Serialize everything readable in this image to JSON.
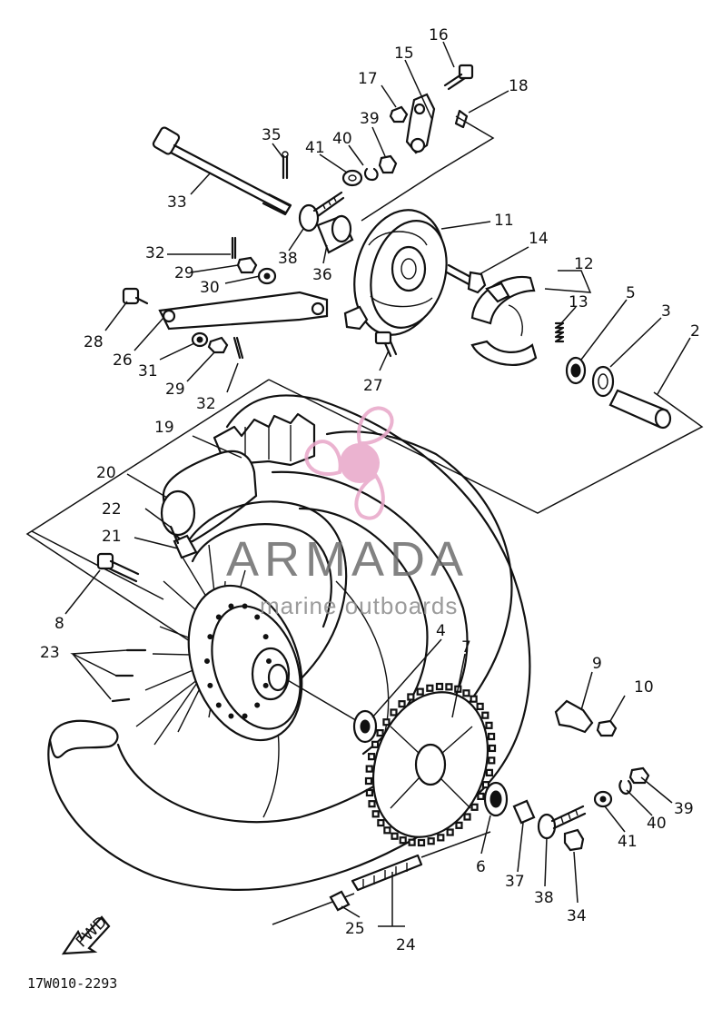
{
  "diagram": {
    "diagram_code": "17W010-2293",
    "fwd_label": "FWD",
    "watermark": {
      "brand": "ARMADA",
      "tagline": "marine outboards",
      "accent": "#e8a6c8"
    },
    "callouts": [
      {
        "id": "c2",
        "text": "2"
      },
      {
        "id": "c3",
        "text": "3"
      },
      {
        "id": "c4",
        "text": "4"
      },
      {
        "id": "c5",
        "text": "5"
      },
      {
        "id": "c6",
        "text": "6"
      },
      {
        "id": "c7",
        "text": "7"
      },
      {
        "id": "c8",
        "text": "8"
      },
      {
        "id": "c9",
        "text": "9"
      },
      {
        "id": "c10",
        "text": "10"
      },
      {
        "id": "c11",
        "text": "11"
      },
      {
        "id": "c12",
        "text": "12"
      },
      {
        "id": "c13",
        "text": "13"
      },
      {
        "id": "c14",
        "text": "14"
      },
      {
        "id": "c15",
        "text": "15"
      },
      {
        "id": "c16",
        "text": "16"
      },
      {
        "id": "c17",
        "text": "17"
      },
      {
        "id": "c18",
        "text": "18"
      },
      {
        "id": "c19",
        "text": "19"
      },
      {
        "id": "c20",
        "text": "20"
      },
      {
        "id": "c21",
        "text": "21"
      },
      {
        "id": "c22",
        "text": "22"
      },
      {
        "id": "c23",
        "text": "23"
      },
      {
        "id": "c24",
        "text": "24"
      },
      {
        "id": "c25",
        "text": "25"
      },
      {
        "id": "c26",
        "text": "26"
      },
      {
        "id": "c27",
        "text": "27"
      },
      {
        "id": "c28",
        "text": "28"
      },
      {
        "id": "c29a",
        "text": "29"
      },
      {
        "id": "c29b",
        "text": "29"
      },
      {
        "id": "c30",
        "text": "30"
      },
      {
        "id": "c31",
        "text": "31"
      },
      {
        "id": "c32a",
        "text": "32"
      },
      {
        "id": "c32b",
        "text": "32"
      },
      {
        "id": "c33",
        "text": "33"
      },
      {
        "id": "c34",
        "text": "34"
      },
      {
        "id": "c35",
        "text": "35"
      },
      {
        "id": "c36",
        "text": "36"
      },
      {
        "id": "c37",
        "text": "37"
      },
      {
        "id": "c38a",
        "text": "38"
      },
      {
        "id": "c38b",
        "text": "38"
      },
      {
        "id": "c39a",
        "text": "39"
      },
      {
        "id": "c39b",
        "text": "39"
      },
      {
        "id": "c40a",
        "text": "40"
      },
      {
        "id": "c40b",
        "text": "40"
      },
      {
        "id": "c41a",
        "text": "41"
      },
      {
        "id": "c41b",
        "text": "41"
      }
    ]
  }
}
